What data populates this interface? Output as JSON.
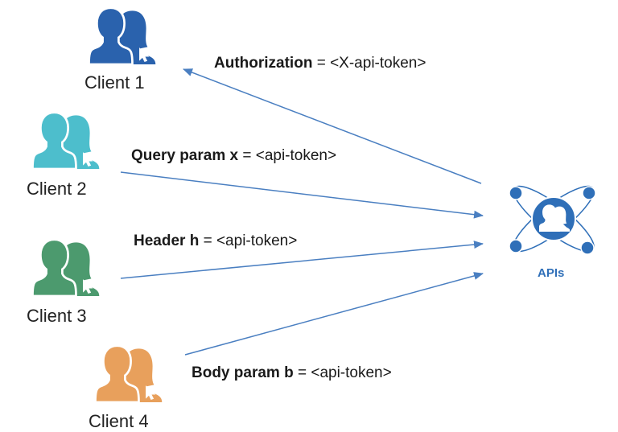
{
  "colors": {
    "arrow": "#4a7fc1",
    "api": "#2f6fb8",
    "client1": "#2a62ad",
    "client2": "#4dbecc",
    "client3": "#4c9a6e",
    "client4": "#e8a05c"
  },
  "clients": [
    {
      "label": "Client 1",
      "icon": "users-icon"
    },
    {
      "label": "Client 2",
      "icon": "users-icon"
    },
    {
      "label": "Client 3",
      "icon": "users-icon"
    },
    {
      "label": "Client 4",
      "icon": "users-icon"
    }
  ],
  "edges": [
    {
      "key": "Authorization",
      "value": " = <X-api-token>",
      "direction": "to-client-1"
    },
    {
      "key": "Query param x",
      "value": " = <api-token>",
      "direction": "to-apis"
    },
    {
      "key": "Header h",
      "value": " = <api-token>",
      "direction": "to-apis"
    },
    {
      "key": "Body param b",
      "value": " = <api-token>",
      "direction": "to-apis"
    }
  ],
  "api": {
    "label": "APIs",
    "icon": "api-network-icon"
  }
}
